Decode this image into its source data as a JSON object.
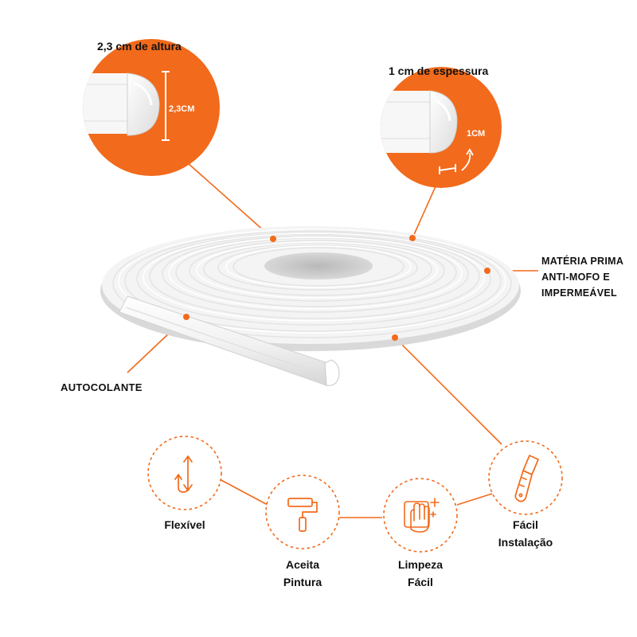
{
  "callouts": {
    "height_title": "2,3 cm de altura",
    "height_dim": "2,3CM",
    "thickness_title": "1 cm de espessura",
    "thickness_dim": "1CM"
  },
  "side_labels": {
    "material_lines": [
      "MATÉRIA PRIMA",
      "ANTI-MOFO E",
      "IMPERMEÁVEL"
    ],
    "adhesive": "AUTOCOLANTE"
  },
  "features": [
    {
      "icon": "flexible-arrows-icon",
      "lines": [
        "Flexível"
      ]
    },
    {
      "icon": "paint-roller-icon",
      "lines": [
        "Aceita",
        "Pintura"
      ]
    },
    {
      "icon": "cleaning-hand-icon",
      "lines": [
        "Limpeza",
        "Fácil"
      ]
    },
    {
      "icon": "utility-knife-icon",
      "lines": [
        "Fácil",
        "Instalação"
      ]
    }
  ],
  "colors": {
    "accent": "#F26A1B",
    "text": "#111111",
    "product": "#F3F3F3"
  }
}
